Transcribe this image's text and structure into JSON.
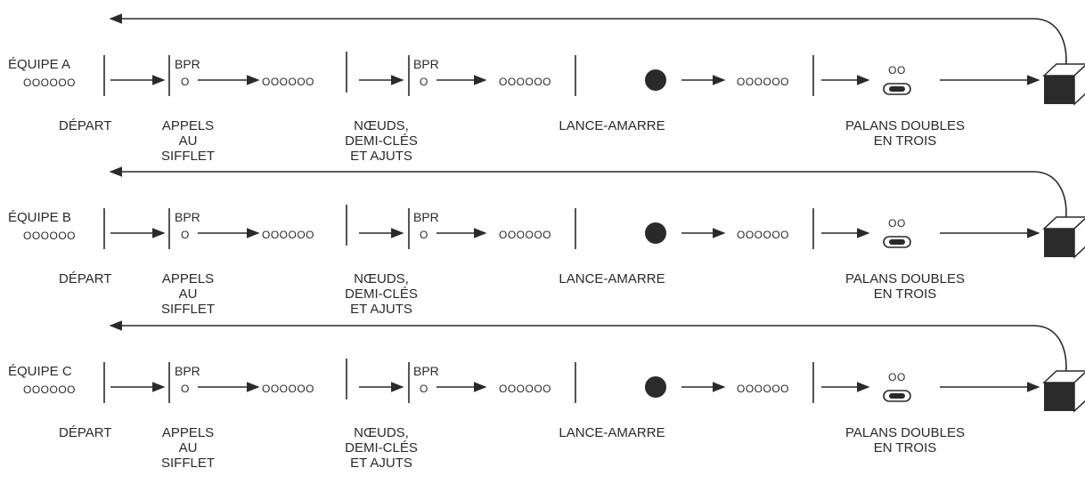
{
  "teams": [
    {
      "name": "ÉQUIPE A",
      "circles": "OOOOOO",
      "depart": "DÉPART",
      "bpr1": "BPR",
      "small_circle1": "O",
      "circles2": "OOOOOO",
      "bpr2": "BPR",
      "small_circle2": "O",
      "circles3": "OOOOOO",
      "circles4": "OOOOOO",
      "infinity": "OO",
      "appels": [
        "APPELS",
        "AU",
        "SIFFLET"
      ],
      "noeuds": [
        "NŒUDS,",
        "DEMI-CLÉS",
        "ET AJUTS"
      ],
      "lance": "LANCE-AMARRE",
      "palans": [
        "PALANS DOUBLES",
        "EN TROIS"
      ]
    },
    {
      "name": "ÉQUIPE B",
      "circles": "OOOOOO",
      "depart": "DÉPART",
      "bpr1": "BPR",
      "small_circle1": "O",
      "circles2": "OOOOOO",
      "bpr2": "BPR",
      "small_circle2": "O",
      "circles3": "OOOOOO",
      "circles4": "OOOOOO",
      "infinity": "OO",
      "appels": [
        "APPELS",
        "AU",
        "SIFFLET"
      ],
      "noeuds": [
        "NŒUDS,",
        "DEMI-CLÉS",
        "ET AJUTS"
      ],
      "lance": "LANCE-AMARRE",
      "palans": [
        "PALANS DOUBLES",
        "EN TROIS"
      ]
    },
    {
      "name": "ÉQUIPE C",
      "circles": "OOOOOO",
      "depart": "DÉPART",
      "bpr1": "BPR",
      "small_circle1": "O",
      "circles2": "OOOOOO",
      "bpr2": "BPR",
      "small_circle2": "O",
      "circles3": "OOOOOO",
      "circles4": "OOOOOO",
      "infinity": "OO",
      "appels": [
        "APPELS",
        "AU",
        "SIFFLET"
      ],
      "noeuds": [
        "NŒUDS,",
        "DEMI-CLÉS",
        "ET AJUTS"
      ],
      "lance": "LANCE-AMARRE",
      "palans": [
        "PALANS DOUBLES",
        "EN TROIS"
      ]
    }
  ],
  "colors": {
    "ink": "#2a2a2a",
    "background": "#ffffff"
  }
}
